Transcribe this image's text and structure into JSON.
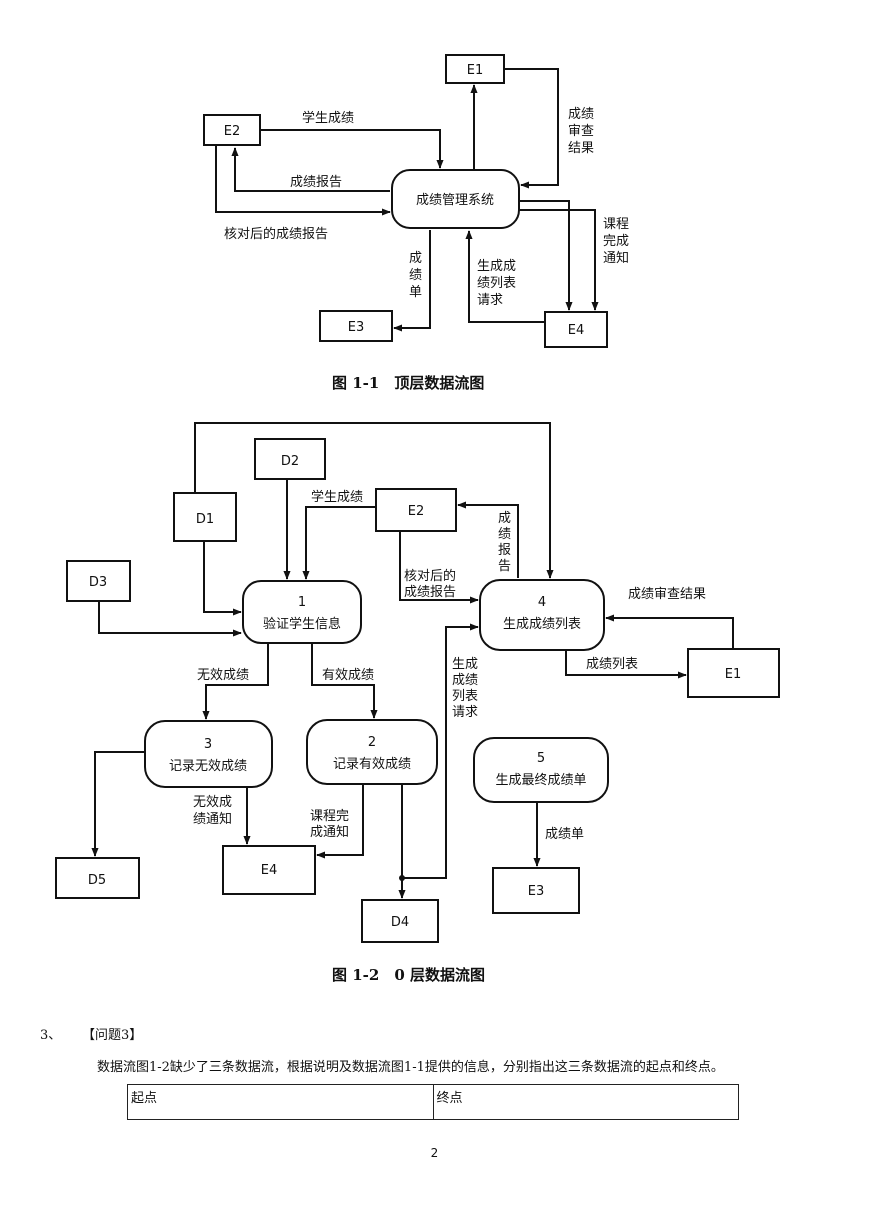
{
  "figure1": {
    "caption": "图 1-1　顶层数据流图",
    "center": "成绩管理系统",
    "entities": {
      "e1": "E1",
      "e2": "E2",
      "e3": "E3",
      "e4": "E4"
    },
    "flows": {
      "student_grades": "学生成绩",
      "grade_report": "成绩报告",
      "checked_report": "核对后的成绩报告",
      "review_result": [
        "成绩",
        "审查",
        "结果"
      ],
      "course_done": [
        "课程",
        "完成",
        "通知"
      ],
      "grade_sheet": [
        "成",
        "绩",
        "单"
      ],
      "list_request": [
        "生成成",
        "绩列表",
        "请求"
      ]
    }
  },
  "figure2": {
    "caption": "图 1-2　0 层数据流图",
    "stores": {
      "d1": "D1",
      "d2": "D2",
      "d3": "D3",
      "d4": "D4",
      "d5": "D5"
    },
    "entities": {
      "e1": "E1",
      "e2": "E2",
      "e3": "E3",
      "e4": "E4"
    },
    "processes": {
      "p1": {
        "num": "1",
        "name": "验证学生信息"
      },
      "p2": {
        "num": "2",
        "name": "记录有效成绩"
      },
      "p3": {
        "num": "3",
        "name": "记录无效成绩"
      },
      "p4": {
        "num": "4",
        "name": "生成成绩列表"
      },
      "p5": {
        "num": "5",
        "name": "生成最终成绩单"
      }
    },
    "flows": {
      "student_grades": "学生成绩",
      "checked_report": [
        "核对后的",
        "成绩报告"
      ],
      "grade_report": [
        "成",
        "绩",
        "报",
        "告"
      ],
      "review_result": "成绩审查结果",
      "grade_list": "成绩列表",
      "invalid_grades": "无效成绩",
      "valid_grades": "有效成绩",
      "list_request": [
        "生成",
        "成绩",
        "列表",
        "请求"
      ],
      "invalid_notice": [
        "无效成",
        "绩通知"
      ],
      "course_done": [
        "课程完",
        "成通知"
      ],
      "grade_sheet": "成绩单"
    }
  },
  "question": {
    "number": "3、",
    "title": "【问题3】",
    "body": "数据流图1-2缺少了三条数据流，根据说明及数据流图1-1提供的信息，分别指出这三条数据流的起点和终点。",
    "table_headers": [
      "起点",
      "终点"
    ]
  },
  "page_number": "2"
}
